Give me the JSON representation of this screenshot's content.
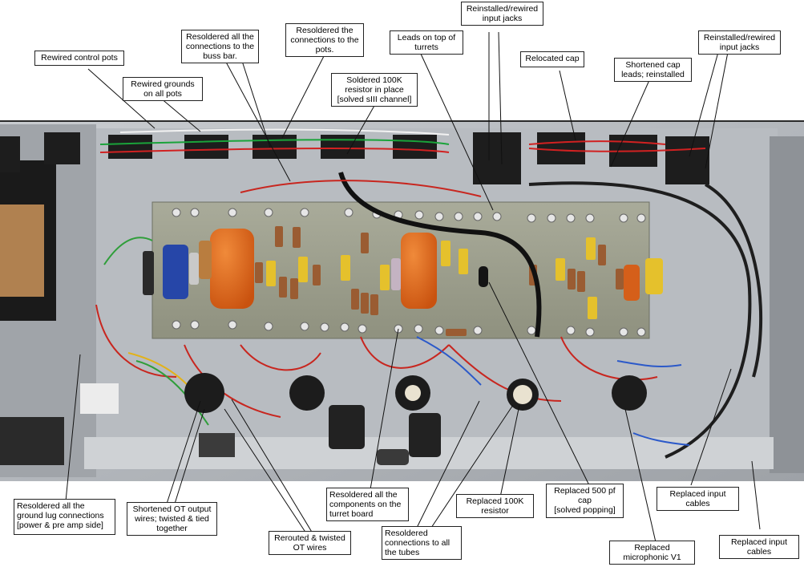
{
  "callouts": {
    "rewired_control_pots": "Rewired control pots",
    "rewired_grounds": "Rewired grounds\non all pots",
    "resoldered_buss_bar": "Resoldered all the\nconnections to the\nbuss bar.",
    "resoldered_pots": "Resoldered the\nconnections to the\npots.",
    "soldered_100k": "Soldered 100K\nresistor in place\n[solved sIII channel]",
    "leads_on_turrets": "Leads on top of\nturrets",
    "reinstalled_jacks_1": "Reinstalled/rewired\ninput jacks",
    "relocated_cap": "Relocated cap",
    "shortened_cap_leads": "Shortened cap\nleads; reinstalled",
    "reinstalled_jacks_2": "Reinstalled/rewired\ninput jacks",
    "resoldered_ground_lugs": "Resoldered all the\nground lug connections\n[power & pre amp side]",
    "shortened_ot_wires": "Shortened OT output\nwires; twisted & tied\ntogether",
    "rerouted_ot_wires": "Rerouted & twisted\nOT wires",
    "resoldered_turret_board": "Resoldered all the\ncomponents on the\nturret board",
    "resoldered_tubes": "Resoldered\nconnections to all\nthe tubes",
    "replaced_100k": "Replaced 100K\nresistor",
    "replaced_500pf": "Replaced 500 pf\ncap\n[solved popping]",
    "replaced_input_cables_1": "Replaced input\ncables",
    "replaced_input_cables_2": "Replaced input\ncables",
    "replaced_v1": "Replaced\nmicrophonic V1"
  }
}
